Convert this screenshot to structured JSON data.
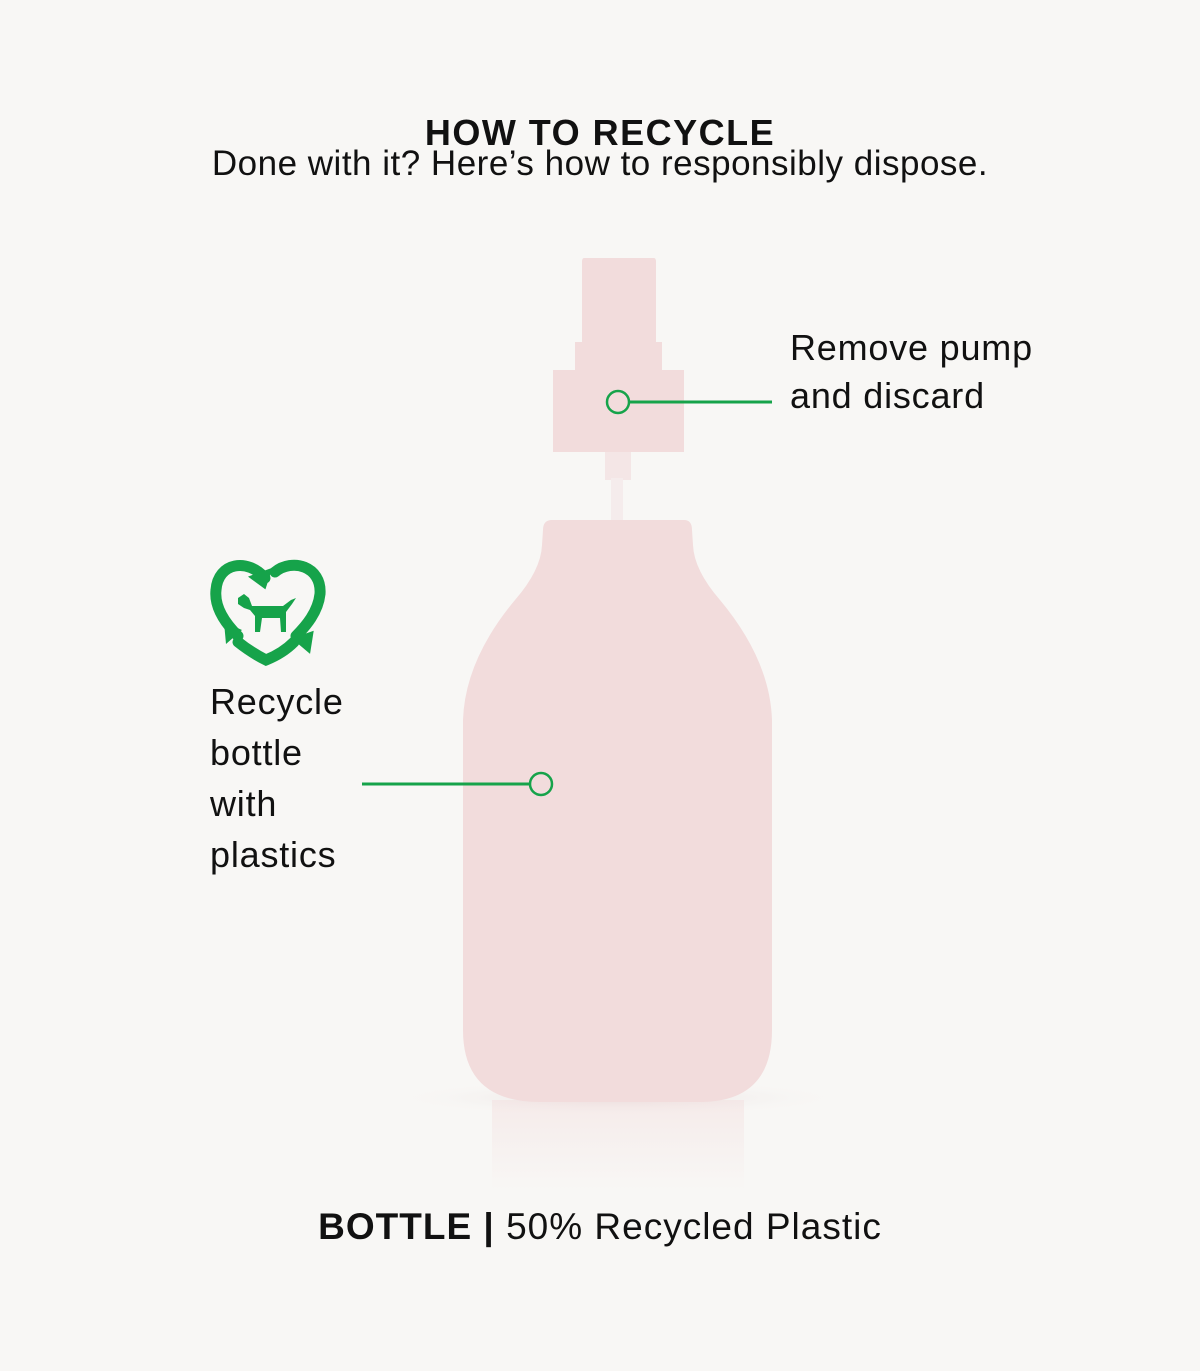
{
  "header": {
    "title": "HOW TO RECYCLE",
    "subtitle": "Done with it? Here’s how to responsibly dispose."
  },
  "callouts": {
    "pump": {
      "line1": "Remove pump",
      "line2": "and discard"
    },
    "bottle": {
      "line1": "Recycle",
      "line2": "bottle",
      "line3": "with",
      "line4": "plastics"
    }
  },
  "footer": {
    "part_label": "BOTTLE",
    "separator": "|",
    "material": "50% Recycled Plastic"
  },
  "icons": {
    "recycle_badge": "recycle-heart-dog-icon"
  },
  "colors": {
    "background": "#f8f7f5",
    "bottle": "#f2dcdc",
    "accent_green": "#16a34a",
    "text": "#111111"
  }
}
